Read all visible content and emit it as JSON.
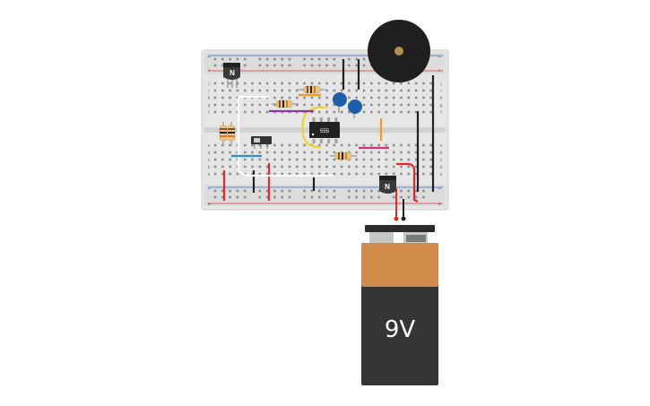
{
  "components": {
    "ic": {
      "label": "555",
      "color": "#222222"
    },
    "transistor_left": {
      "label": "N",
      "color": "#3a3a3a"
    },
    "transistor_right": {
      "label": "N",
      "color": "#3a3a3a"
    },
    "battery": {
      "label": "9V",
      "cap_color": "#d08a4a",
      "body_color": "#353535"
    },
    "buzzer": {
      "color": "#1f1f1f",
      "center_color": "#b0904a"
    },
    "capacitors": {
      "color": "#1f5fa8"
    }
  },
  "breadboard": {
    "rail_red": "#d33b3b",
    "rail_blue": "#3a6bc4",
    "board_color": "#e4e4e4",
    "row_letters_top": [
      "j",
      "i",
      "h",
      "g",
      "f"
    ],
    "row_letters_bottom": [
      "e",
      "d",
      "c",
      "b",
      "a"
    ]
  },
  "wires": {
    "black": "#222222",
    "red": "#e12a2a",
    "yellow": "#f2d22a",
    "purple": "#8a3aa8",
    "magenta": "#d0347e",
    "orange": "#f09a1f",
    "blue": "#2c8fd0",
    "white": "#ffffff"
  }
}
